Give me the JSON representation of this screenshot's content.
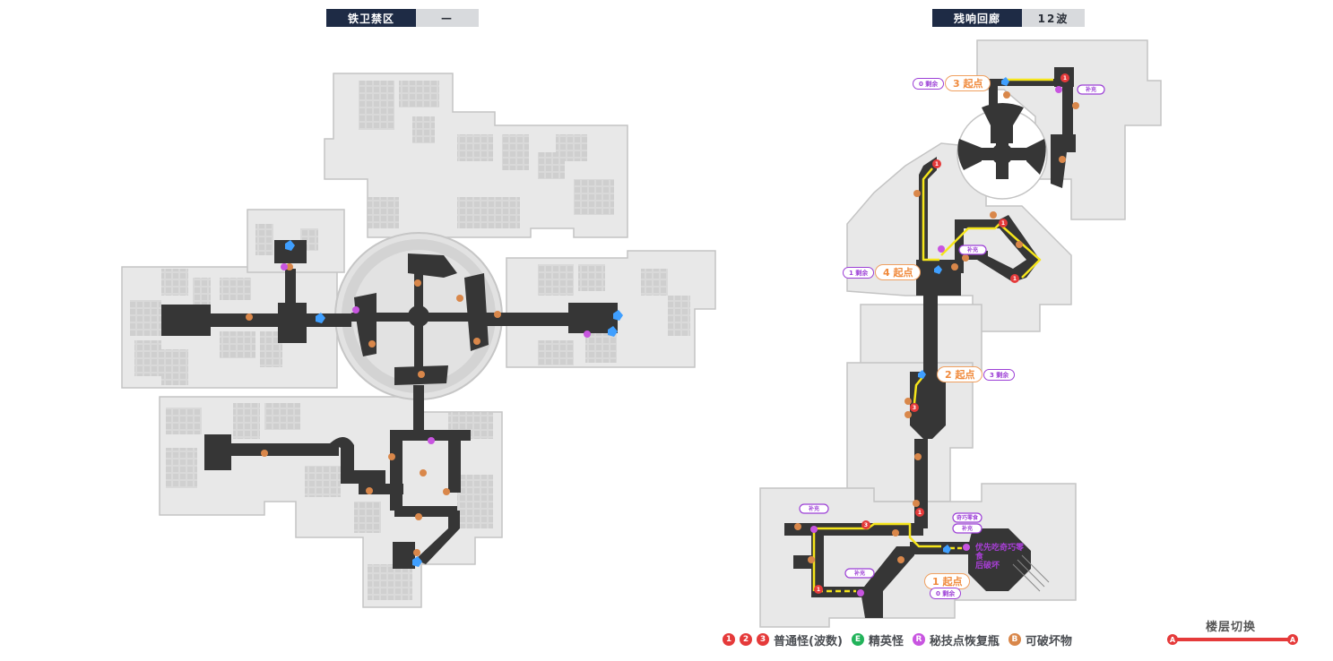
{
  "left_map": {
    "zone_name": "铁卫禁区",
    "waves": "—"
  },
  "right_map": {
    "zone_name": "残响回廊",
    "waves": "12波",
    "start_points": [
      {
        "label": "1  起点",
        "remaining": "0 剩余"
      },
      {
        "label": "2  起点",
        "remaining": "3 剩余"
      },
      {
        "label": "3  起点",
        "remaining": "0 剩余"
      },
      {
        "label": "4  起点",
        "remaining": "1 剩余"
      }
    ],
    "supply_tags": [
      "补充",
      "补充",
      "补充",
      "补充",
      "补充"
    ],
    "special_tag": "奇巧零食",
    "note": "优先吃奇巧零食\n后破坏"
  },
  "legend": {
    "wave_markers": [
      "1",
      "2",
      "3"
    ],
    "normal_label": "普通怪(波数)",
    "elite_marker": "E",
    "elite_label": "精英怪",
    "restore_marker": "R",
    "restore_label": "秘技点恢复瓶",
    "breakable_marker": "B",
    "breakable_label": "可破坏物",
    "floor_switch_title": "楼层切换",
    "floor_switch_marker": "A"
  },
  "colors": {
    "header_dark": "#1e2b45",
    "header_light": "#d8dadd",
    "path_dark": "#333333",
    "room_light": "#dcdcdc",
    "wave_red": "#e53a3a",
    "elite_green": "#22b35a",
    "restore_purple": "#c855e0",
    "breakable_orange": "#d9874a",
    "route_yellow": "#f5e51b",
    "start_orange": "#f08a3c"
  }
}
